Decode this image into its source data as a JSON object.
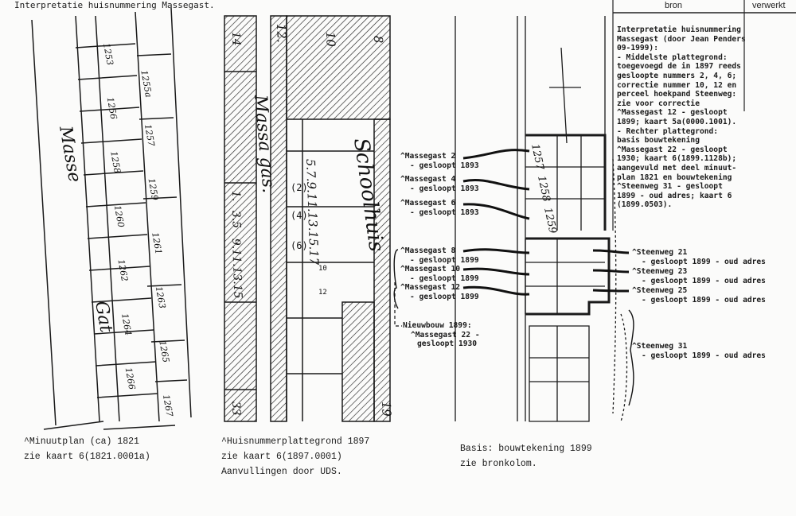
{
  "title": "Interpretatie huisnummering Massegast.",
  "table_header": {
    "col1": "bron",
    "col2": "verwerkt"
  },
  "bron_text": [
    "Interpretatie huisnummering",
    "Massegast (door Jean Penders",
    "09-1999):",
    "- Middelste plattegrond:",
    "toegevoegd de in 1897 reeds",
    "gesloopte nummers 2, 4, 6;",
    "correctie nummer 10, 12 en",
    "perceel hoekpand Steenweg:",
    "zie voor correctie",
    "^Massegast 12 - gesloopt",
    "1899; kaart 5a(0000.1001).",
    "- Rechter plattegrond:",
    "basis bouwtekening",
    "^Massegast 22 - gesloopt",
    "1930; kaart 6(1899.1128b);",
    "aangevuld met deel minuut-",
    "plan 1821 en bouwtekening",
    "^Steenweg 31 - gesloopt",
    "1899 - oud adres; kaart 6",
    "(1899.0503)."
  ],
  "left_labels": [
    {
      "name": "^Massegast 2",
      "note": "- gesloopt 1893"
    },
    {
      "name": "^Massegast 4",
      "note": "- gesloopt 1893"
    },
    {
      "name": "^Massegast 6",
      "note": "- gesloopt 1893"
    },
    {
      "name": "^Massegast 8",
      "note": "- gesloopt 1899"
    },
    {
      "name": "^Massegast 10",
      "note": "- gesloopt 1899"
    },
    {
      "name": "^Massegast 12",
      "note": "- gesloopt 1899"
    }
  ],
  "nieuwbouw": [
    "Nieuwbouw 1899:",
    "^Massegast 22 -",
    "gesloopt 1930"
  ],
  "right_labels": [
    {
      "name": "^Steenweg 21",
      "note": "- gesloopt 1899 - oud adres"
    },
    {
      "name": "^Steenweg 23",
      "note": "- gesloopt 1899 - oud adres"
    },
    {
      "name": "^Steenweg 25",
      "note": "- gesloopt 1899 - oud adres"
    },
    {
      "name": "^Steenweg 31",
      "note": "- gesloopt 1899 - oud adres"
    }
  ],
  "captions": {
    "left": [
      "^Minuutplan (ca) 1821",
      "zie kaart 6(1821.0001a)"
    ],
    "middle": [
      "^Huisnummerplattegrond 1897",
      "zie kaart 6(1897.0001)",
      "Aanvullingen door UDS."
    ],
    "right": [
      "Basis: bouwtekening 1899",
      "zie bronkolom."
    ]
  },
  "map_left": {
    "street": "Masse",
    "street2": "Gat",
    "parcels": [
      "1253",
      "1255a",
      "1256",
      "1257",
      "1258",
      "1259",
      "1260",
      "1261",
      "1262",
      "1263",
      "1264",
      "1265",
      "1266",
      "1267"
    ]
  },
  "map_middle": {
    "street": "Massa gas.",
    "school": "Schoolhuis",
    "numbers_left": [
      "14",
      "1.",
      "3.5",
      "9.11.13.15",
      "33"
    ],
    "numbers_right": [
      "12.",
      "10",
      "8",
      "5.7.9.11.13.15.17",
      "19"
    ],
    "added": [
      "(2)",
      "(4)",
      "(6)",
      "10",
      "12"
    ]
  },
  "map_right": {
    "parcels": [
      "1257",
      "1258",
      "1259"
    ]
  }
}
